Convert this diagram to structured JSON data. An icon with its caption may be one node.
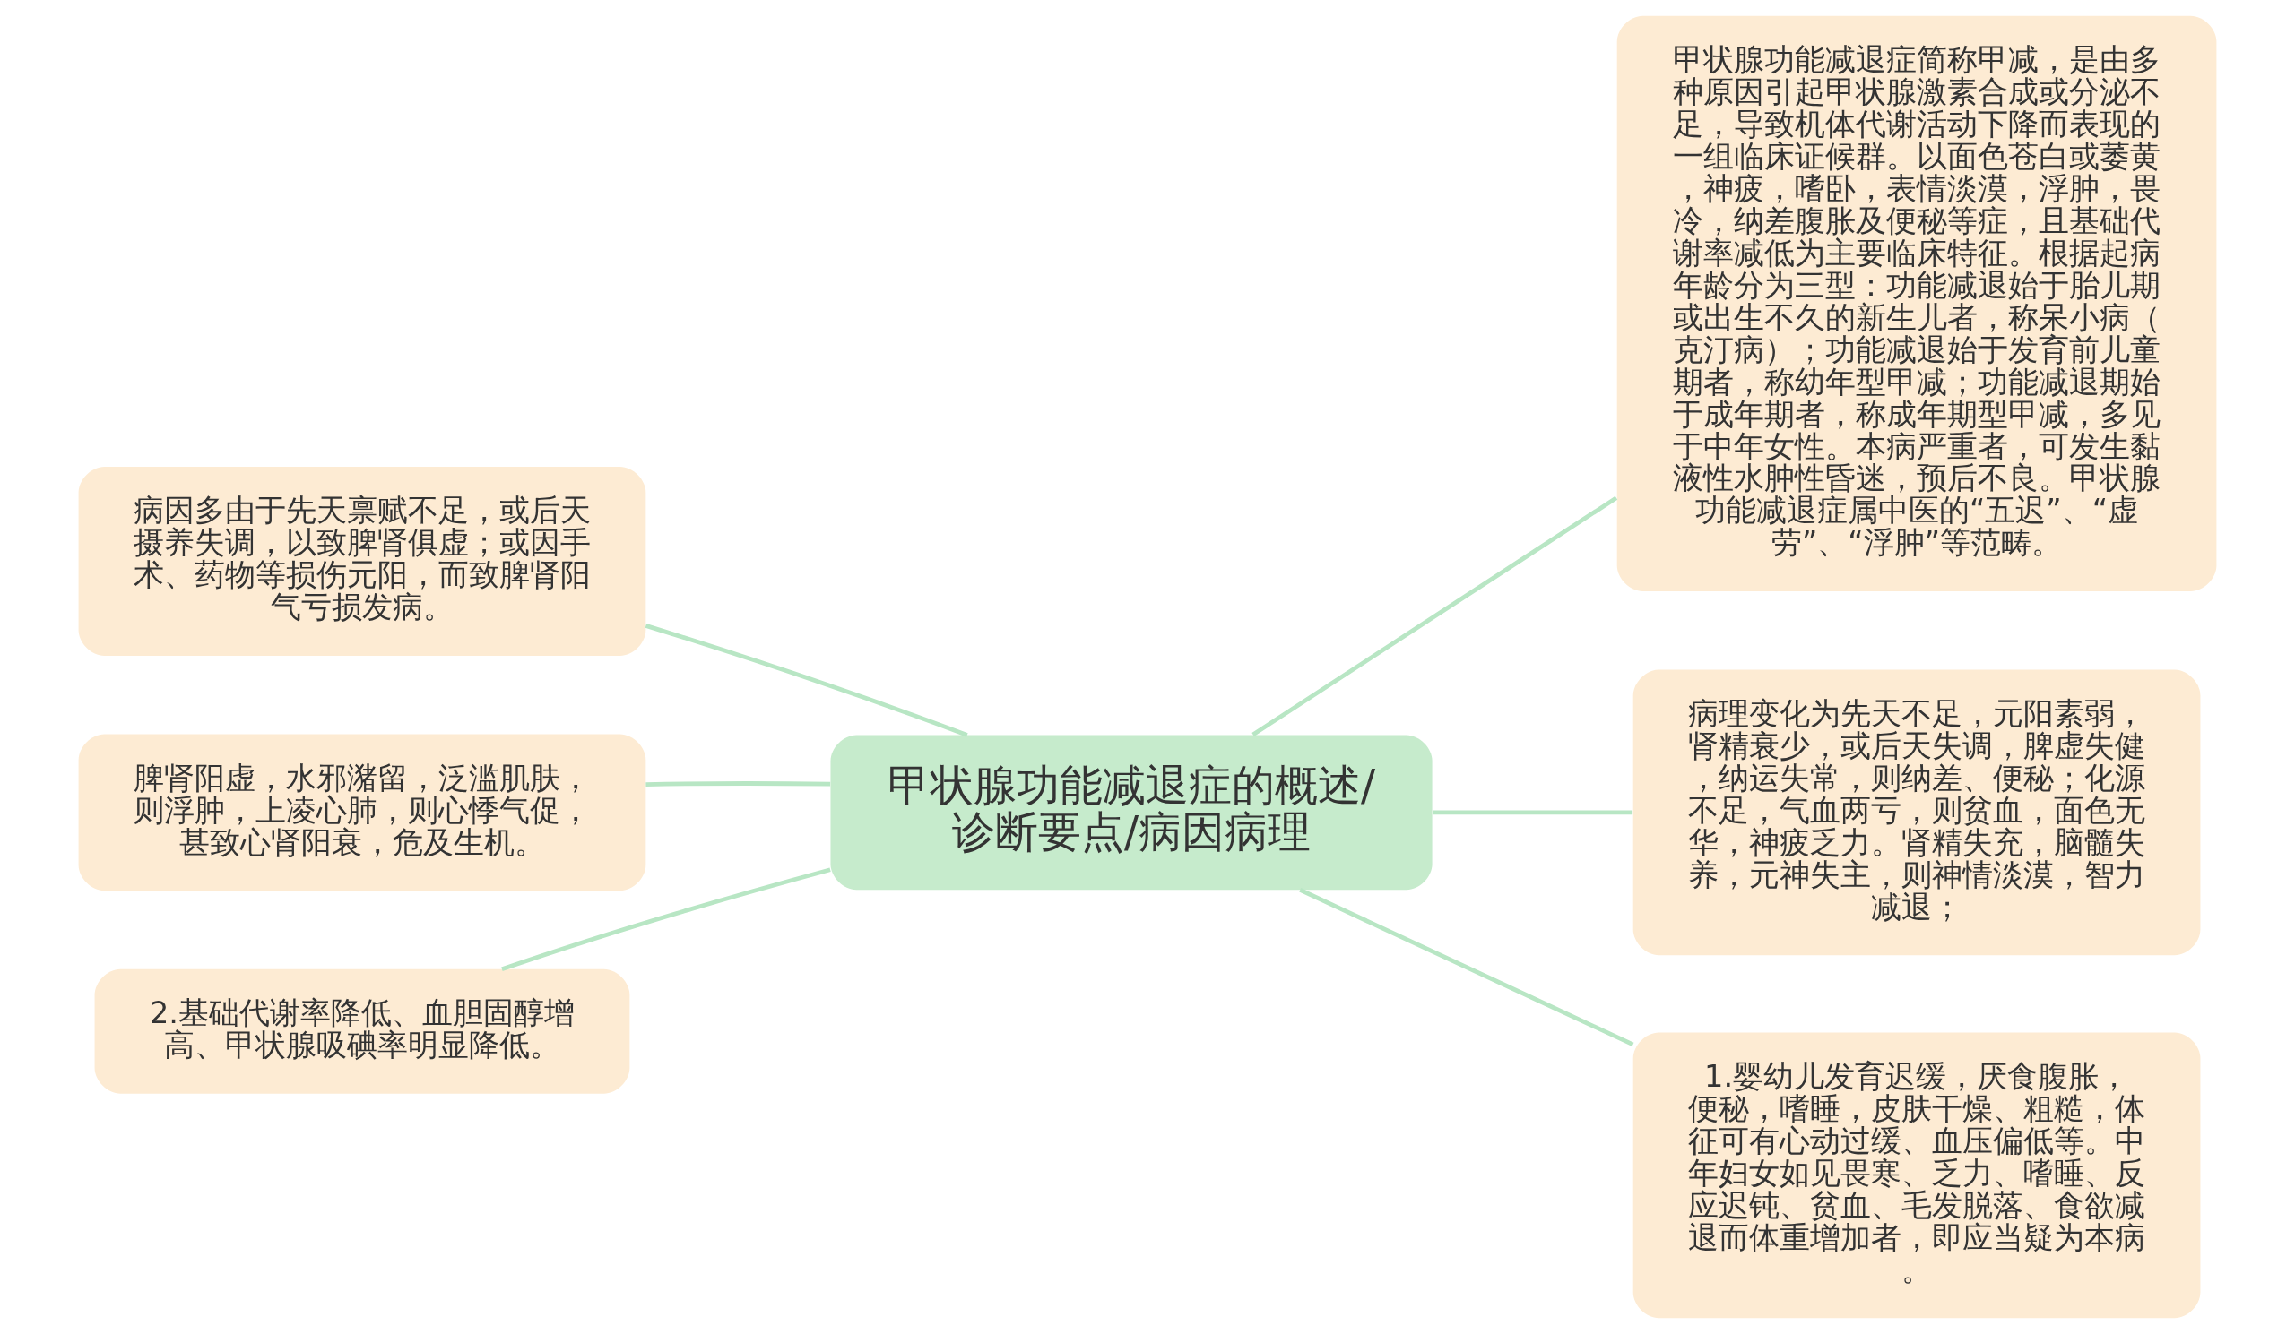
{
  "diagram": {
    "nodes": [
      {
        "text": [
          "甲状腺功能减退症的概述/诊断要点/病因病理"
        ]
      },
      {
        "text": [
          "甲状腺功能减退症简称甲减，是由多种原因引起甲状腺激素合成或分泌不足，导致机体代谢活动下降而表现的一组临床证候群。以面色苍白或萎黄，神疲，嗜卧，表情淡漠，浮肿，畏冷，纳差腹胀及便秘等症，且基础代谢率减低为主要临床特征。根据起病年龄分为三型：功能减退始于胎儿期或出生不久的新生儿者，称呆小病（克汀病）；功能减退始于发育前儿童期者，称幼年型甲减；功能减退期始于成年期者，称成年期型甲减，多见于中年女性。本病严重者，可发生黏液性水肿性昏迷，预后不良。甲状腺功能减退症属中医的“五迟”、“虚劳”、“浮肿”等范畴。"
        ]
      },
      {
        "text": [
          "病因多由于先天禀赋不足，或后天摄养失调，以致脾肾俱虚；或因手术、药物等损伤元阳，而致脾肾阳气亏损发病。"
        ]
      },
      {
        "text": [
          "脾肾阳虚，水邪潴留，泛滥肌肤，则浮肿，上凌心肺，则心悸气促，甚致心肾阳衰，危及生机。"
        ]
      },
      {
        "text": [
          "2.基础代谢率降低、血胆固醇增高、甲状腺吸碘率明显降低。"
        ]
      },
      {
        "text": [
          "病理变化为先天不足，元阳素弱，肾精衰少，或后天失调，脾虚失健，纳运失常，则纳差、便秘；化源不足，气血两亏，则贫血，面色无华，神疲乏力。肾精失充，脑髓失养，元神失主，则神情淡漠，智力减退；"
        ]
      },
      {
        "text": [
          "1.婴幼儿发育迟缓，厌食腹胀，便秘，嗜睡，皮肤干燥、粗糙，体征可有心动过缓、血压偏低等。中年妇女如见畏寒、乏力、嗜睡、反应迟钝、贫血、毛发脱落、食欲减退而体重增加者，即应当疑为本病。"
        ]
      }
    ],
    "edges": [
      {
        "from": 0,
        "to": 1,
        "arrow": "none"
      },
      {
        "from": 0,
        "to": 2,
        "arrow": "none"
      },
      {
        "from": 0,
        "to": 3,
        "arrow": "none"
      },
      {
        "from": 0,
        "to": 4,
        "arrow": "none"
      },
      {
        "from": 0,
        "to": 5,
        "arrow": "none"
      },
      {
        "from": 0,
        "to": 6,
        "arrow": "none"
      }
    ]
  }
}
